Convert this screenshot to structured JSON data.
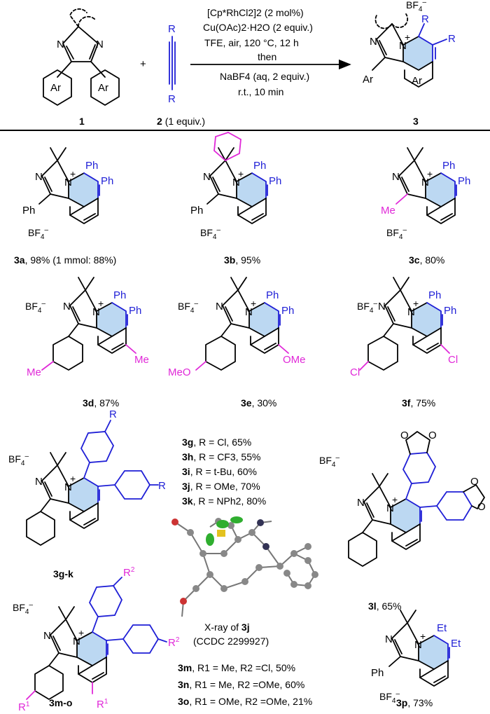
{
  "reaction": {
    "reagent1": "[Cp*RhCl2]2 (2 mol%)",
    "reagent2": "Cu(OAc)2·H2O (2 equiv.)",
    "conditions1": "TFE, air, 120 °C, 12 h",
    "then": "then",
    "reagent3": "NaBF4 (aq, 2 equiv.)",
    "conditions2": "r.t., 10 min",
    "plus": "+",
    "sm1_label": "1",
    "sm2_label": "2",
    "sm2_equiv": "(1 equiv.)",
    "product_label": "3",
    "R": "R",
    "Ar": "Ar",
    "N": "N",
    "BF4": "BF4–"
  },
  "products": [
    {
      "id": "3a",
      "yield": ", 98% (1 mmol: 88%)"
    },
    {
      "id": "3b",
      "yield": ", 95%"
    },
    {
      "id": "3c",
      "yield": ", 80%"
    },
    {
      "id": "3d",
      "yield": ", 87%"
    },
    {
      "id": "3e",
      "yield": ", 30%"
    },
    {
      "id": "3f",
      "yield": ", 75%"
    },
    {
      "id": "3g-k",
      "yield": ""
    },
    {
      "id": "3l",
      "yield": ", 65%"
    },
    {
      "id": "3m-o",
      "yield": ""
    },
    {
      "id": "3p",
      "yield": ", 73%"
    }
  ],
  "ghk_list": [
    {
      "id": "3g",
      "text": ", R = Cl, 65%"
    },
    {
      "id": "3h",
      "text": ", R = CF3, 55%"
    },
    {
      "id": "3i",
      "text": ", R = t-Bu, 60%"
    },
    {
      "id": "3j",
      "text": ", R = OMe, 70%"
    },
    {
      "id": "3k",
      "text": ", R = NPh2, 80%"
    }
  ],
  "mno_list": [
    {
      "id": "3m",
      "text": ", R1 = Me, R2 =Cl, 50%"
    },
    {
      "id": "3n",
      "text": ", R1 = Me, R2 =OMe, 60%"
    },
    {
      "id": "3o",
      "text": ", R1 = OMe, R2 =OMe, 21%"
    }
  ],
  "xray": {
    "line1": "X-ray of 3j",
    "line2": "(CCDC 2299927)"
  },
  "subst": {
    "Ph": "Ph",
    "Me": "Me",
    "MeO": "MeO",
    "OMe": "OMe",
    "Cl": "Cl",
    "Et": "Et",
    "R": "R",
    "R1": "R1",
    "R2": "R2"
  },
  "colors": {
    "blue": "#1f1fd6",
    "magenta": "#e028d8",
    "highlight": "#bcd8f2"
  }
}
